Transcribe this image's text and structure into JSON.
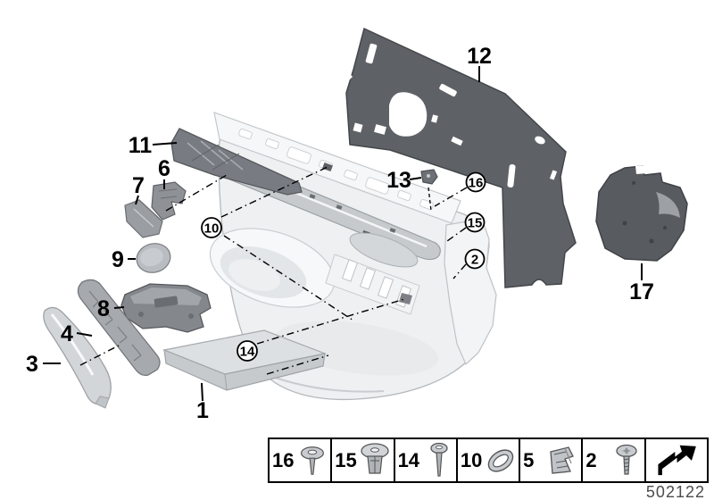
{
  "footer": {
    "part_number": "502122"
  },
  "callouts": {
    "plain": [
      {
        "label": "1"
      },
      {
        "label": "3"
      },
      {
        "label": "4"
      },
      {
        "label": "6"
      },
      {
        "label": "7"
      },
      {
        "label": "8"
      },
      {
        "label": "9"
      },
      {
        "label": "11"
      },
      {
        "label": "12"
      },
      {
        "label": "13"
      },
      {
        "label": "17"
      }
    ],
    "circled": [
      {
        "label": "2"
      },
      {
        "label": "10"
      },
      {
        "label": "14"
      },
      {
        "label": "15"
      },
      {
        "label": "16"
      }
    ]
  },
  "legend": {
    "cells": [
      {
        "label": "16",
        "icon": "push-rivet-icon"
      },
      {
        "label": "15",
        "icon": "expansion-rivet-icon"
      },
      {
        "label": "14",
        "icon": "pin-screw-icon"
      },
      {
        "label": "10",
        "icon": "oval-grommet-icon"
      },
      {
        "label": "5",
        "icon": "sheet-metal-clip-icon"
      },
      {
        "label": "2",
        "icon": "self-tapping-screw-icon"
      },
      {
        "label": "",
        "icon": "continue-arrow-icon"
      }
    ]
  },
  "colors": {
    "background": "#ffffff",
    "line": "#000000",
    "insulation_panel": "#5e6266",
    "speaker_box": "#585c60",
    "door_panel": "#eef0f1",
    "carrier": "#f6f7f8",
    "silver_trim": "#c6cacd",
    "part_number_text": "#4c4c4c"
  }
}
